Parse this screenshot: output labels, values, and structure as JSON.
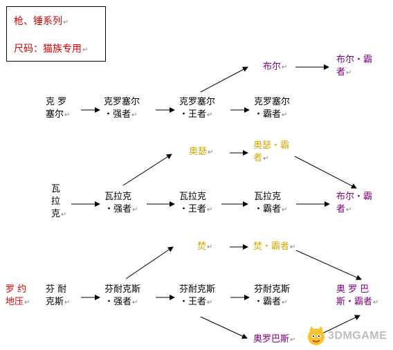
{
  "legend": {
    "title": "枪、锤系列",
    "subtitle": "尺码：猫族专用",
    "mark": "↵"
  },
  "nodes": [
    {
      "id": "kro",
      "lines": [
        "克  罗",
        "塞尔"
      ],
      "color": "black"
    },
    {
      "id": "kro1",
      "lines": [
        "克罗塞尔",
        "・强者"
      ],
      "color": "black"
    },
    {
      "id": "kro2",
      "lines": [
        "克罗塞尔",
        "・王者"
      ],
      "color": "black"
    },
    {
      "id": "kro3",
      "lines": [
        "克罗塞尔",
        "・霸者"
      ],
      "color": "black"
    },
    {
      "id": "buer",
      "lines": [
        "布尔"
      ],
      "color": "purple"
    },
    {
      "id": "buer_b1",
      "lines": [
        "布尔・霸",
        "者"
      ],
      "color": "purple"
    },
    {
      "id": "wa",
      "lines": [
        "瓦",
        "拉",
        "克"
      ],
      "color": "black"
    },
    {
      "id": "wa1",
      "lines": [
        "瓦拉克",
        "・强者"
      ],
      "color": "black"
    },
    {
      "id": "wa2",
      "lines": [
        "瓦拉克",
        "・王者"
      ],
      "color": "black"
    },
    {
      "id": "wa3",
      "lines": [
        "瓦拉克",
        "・霸者"
      ],
      "color": "black"
    },
    {
      "id": "ause",
      "lines": [
        "奥瑟"
      ],
      "color": "gold"
    },
    {
      "id": "ause_b",
      "lines": [
        "奥瑟・霸",
        "者"
      ],
      "color": "gold"
    },
    {
      "id": "buer_b2",
      "lines": [
        "布尔・霸",
        "者"
      ],
      "color": "purple"
    },
    {
      "id": "luoyue",
      "lines": [
        "罗  约",
        "地压"
      ],
      "color": "red"
    },
    {
      "id": "fen",
      "lines": [
        "芬  耐",
        "克斯"
      ],
      "color": "black"
    },
    {
      "id": "fen1",
      "lines": [
        "芬耐克斯",
        "・强者"
      ],
      "color": "black"
    },
    {
      "id": "fen2",
      "lines": [
        "芬耐克斯",
        "・王者"
      ],
      "color": "black"
    },
    {
      "id": "fen3",
      "lines": [
        "芬耐克斯",
        "・霸者"
      ],
      "color": "black"
    },
    {
      "id": "fen_y",
      "lines": [
        "焚"
      ],
      "color": "gold"
    },
    {
      "id": "fen_yb",
      "lines": [
        "焚・霸者"
      ],
      "color": "gold"
    },
    {
      "id": "aoluo",
      "lines": [
        "奥罗巴斯"
      ],
      "color": "purple"
    },
    {
      "id": "aoluo_b",
      "lines": [
        "奥  罗  巴",
        "斯・霸者"
      ],
      "color": "purple"
    }
  ],
  "colors": {
    "purple": "#800080",
    "gold": "#d9a800",
    "red": "#e00000",
    "arrow": "#000000"
  },
  "watermark": {
    "text": "3DMGAME",
    "icon": "cat-mascot-icon"
  }
}
